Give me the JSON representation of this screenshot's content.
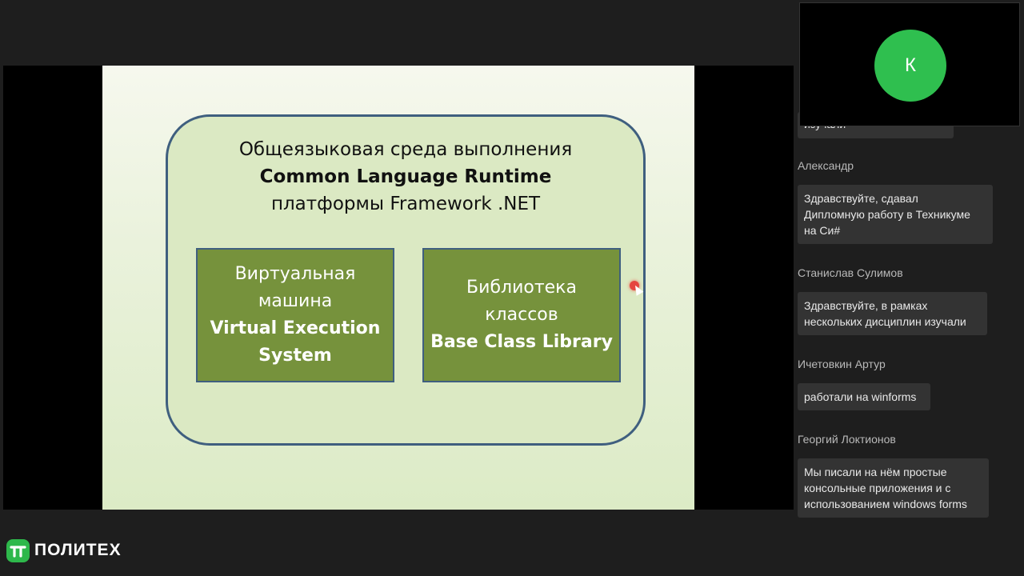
{
  "slide": {
    "title_line1": "Общеязыковая среда выполнения",
    "title_line2": "Common Language Runtime",
    "title_line3": "платформы Framework .NET",
    "box_left": {
      "line1": "Виртуальная",
      "line2": "машина",
      "line3": "Virtual Execution",
      "line4": "System"
    },
    "box_right": {
      "line1": "Библиотека",
      "line2": "классов",
      "line3": "Base Class Library"
    }
  },
  "video": {
    "avatar_letter": "К",
    "avatar_color": "#2fbf4f"
  },
  "chat": {
    "cut_message": "изучали",
    "messages": [
      {
        "author": "Александр",
        "text_lines": [
          "Здравствуйте, сдавал",
          "Дипломную работу в Техникуме",
          "на Си#"
        ]
      },
      {
        "author": "Станислав Сулимов",
        "text_lines": [
          "Здравствуйте, в рамках",
          "нескольких дисциплин изучали"
        ]
      },
      {
        "author": "Ичетовкин Артур",
        "text_lines": [
          "работали на winforms"
        ]
      },
      {
        "author": "Георгий Локтионов",
        "text_lines": [
          "Мы писали на нём простые",
          "консольные приложения и с",
          "использованием windows forms"
        ]
      }
    ]
  },
  "brand": {
    "name": "ПОЛИТЕХ",
    "logo_color": "#2eb84b"
  }
}
